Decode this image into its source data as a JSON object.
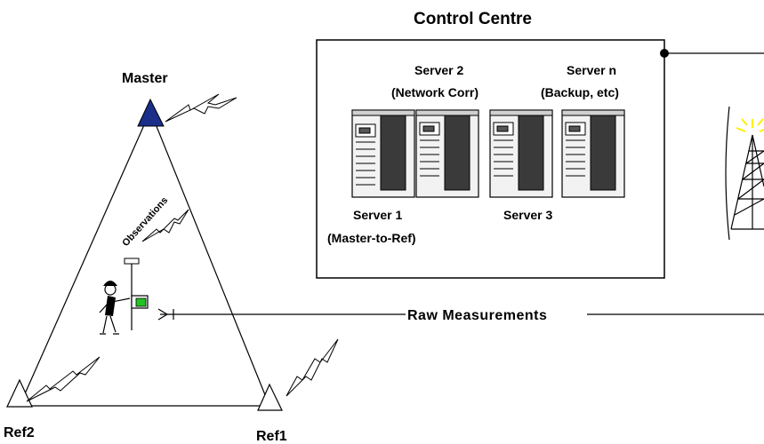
{
  "control_centre": {
    "title": "Control Centre"
  },
  "servers": [
    {
      "id": "server-1",
      "line1": "Server 1",
      "line2": "(Master-to-Ref)"
    },
    {
      "id": "server-2",
      "line1": "Server 2",
      "line2": "(Network Corr)"
    },
    {
      "id": "server-3",
      "line1": "Server 3",
      "line2": ""
    },
    {
      "id": "server-n",
      "line1": "Server n",
      "line2": "(Backup, etc)"
    }
  ],
  "stations": {
    "master": "Master",
    "ref1": "Ref1",
    "ref2": "Ref2"
  },
  "links": {
    "raw_measurements": "Raw Measurements",
    "observations": "Observations"
  },
  "colors": {
    "master_triangle": "#1a2e8a",
    "rover_receiver": "#22c322",
    "antenna_signal": "#ffee00"
  }
}
